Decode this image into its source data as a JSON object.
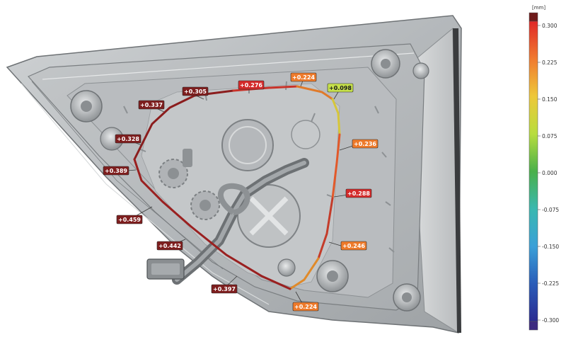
{
  "legend": {
    "unit": "[mm]",
    "ticks": [
      "0.300",
      "0.225",
      "0.150",
      "0.075",
      "0.000",
      "-0.075",
      "-0.150",
      "-0.225",
      "-0.300"
    ],
    "stops": [
      "#e02828",
      "#f07a30",
      "#eec83a",
      "#b8dd3e",
      "#4ab04a",
      "#3ab8b0",
      "#3aa0d8",
      "#2a5cb8",
      "#2a2a90"
    ],
    "top_cap": "#6e1a1a",
    "bottom_cap": "#3c2a80"
  },
  "callouts": [
    {
      "text": "+0.337",
      "color": "#7e1e1e",
      "dark": false
    },
    {
      "text": "+0.305",
      "color": "#7e1e1e",
      "dark": false
    },
    {
      "text": "+0.276",
      "color": "#d42a2a",
      "dark": false
    },
    {
      "text": "+0.224",
      "color": "#ee7a2a",
      "dark": false
    },
    {
      "text": "+0.098",
      "color": "#c6e04a",
      "dark": true
    },
    {
      "text": "+0.328",
      "color": "#7e1e1e",
      "dark": false
    },
    {
      "text": "+0.389",
      "color": "#7e1e1e",
      "dark": false
    },
    {
      "text": "+0.236",
      "color": "#ee7a2a",
      "dark": false
    },
    {
      "text": "+0.288",
      "color": "#d42a2a",
      "dark": false
    },
    {
      "text": "+0.459",
      "color": "#7e1e1e",
      "dark": false
    },
    {
      "text": "+0.442",
      "color": "#7e1e1e",
      "dark": false
    },
    {
      "text": "+0.246",
      "color": "#ee7a2a",
      "dark": false
    },
    {
      "text": "+0.397",
      "color": "#7e1e1e",
      "dark": false
    },
    {
      "text": "+0.224",
      "color": "#ee7a2a",
      "dark": false
    }
  ],
  "icons": {
    "part": "tail-lamp-housing-icon",
    "screw": "screw-boss-icon",
    "bulb_socket": "bulb-socket-icon",
    "gear": "gear-icon"
  }
}
